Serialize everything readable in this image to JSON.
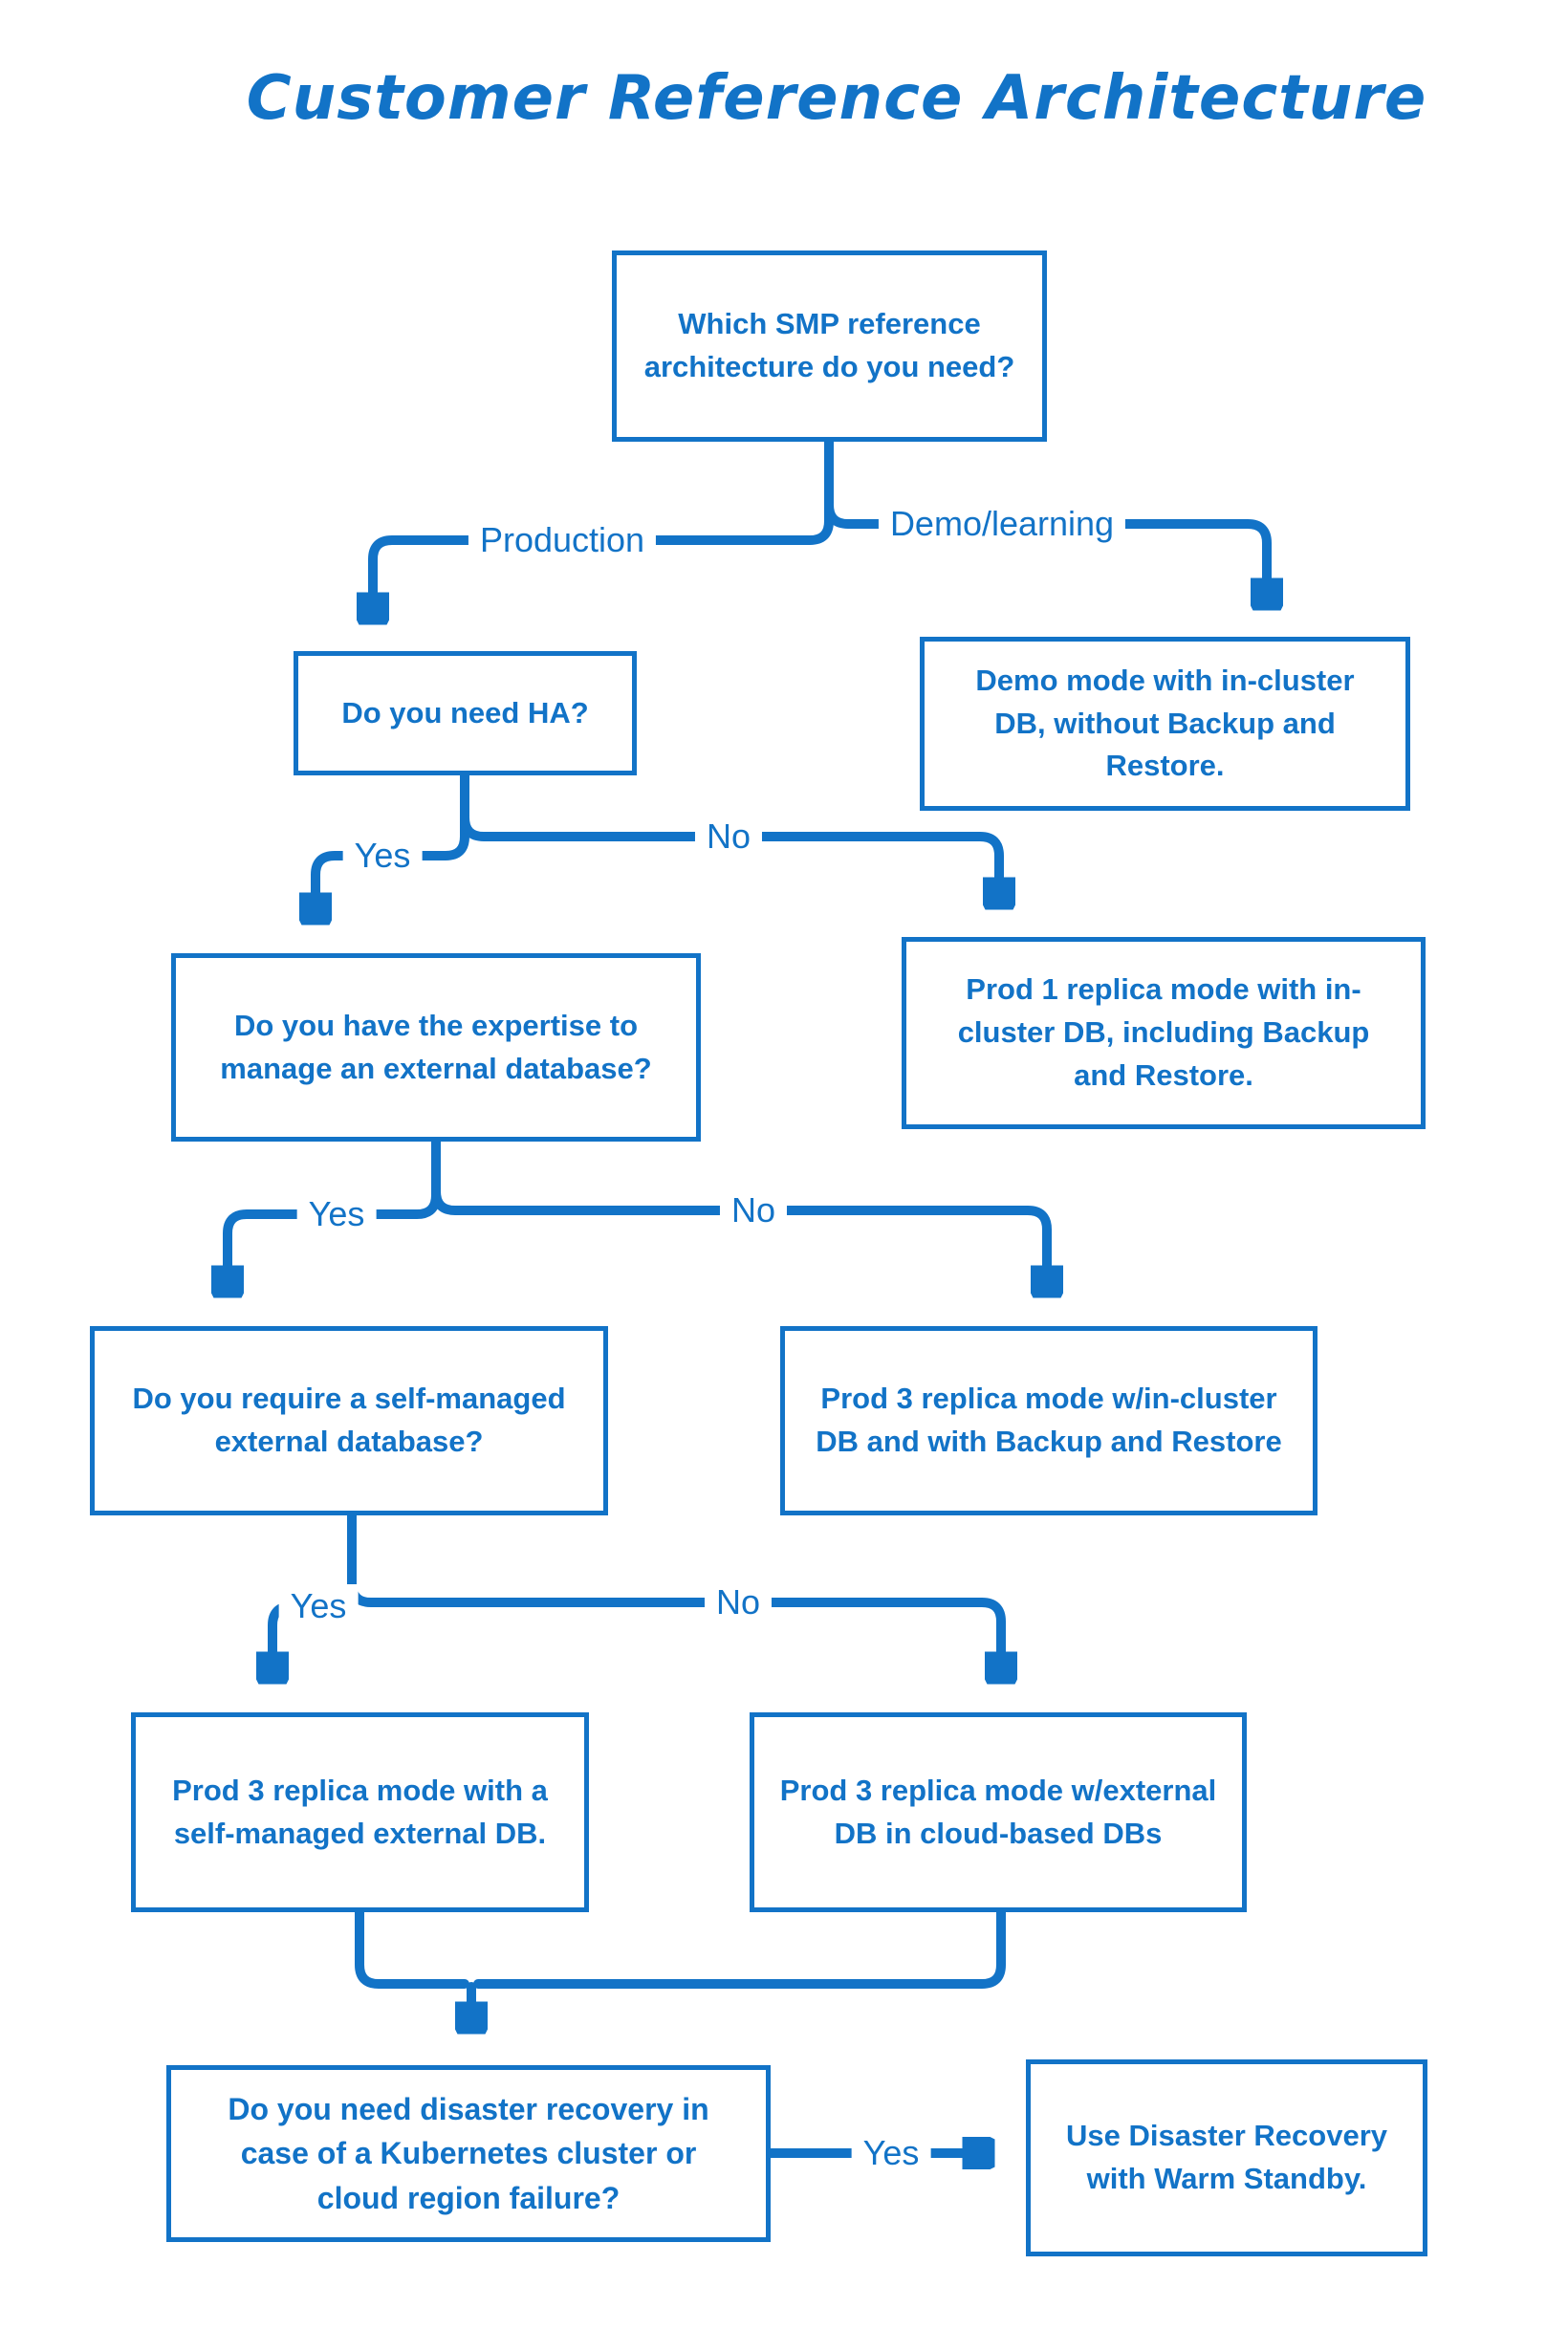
{
  "page": {
    "title": "Customer Reference Architecture"
  },
  "colors": {
    "accent": "#1273c7",
    "background": "#ffffff"
  },
  "flowchart": {
    "nodes": [
      {
        "id": "q-which",
        "text": "Which SMP reference architecture do you need?"
      },
      {
        "id": "demo-result",
        "text": "Demo mode with in-cluster DB, without Backup and Restore."
      },
      {
        "id": "q-ha",
        "text": "Do you need HA?"
      },
      {
        "id": "prod1-result",
        "text": "Prod 1 replica mode with in-cluster DB, including Backup and Restore."
      },
      {
        "id": "q-expertise",
        "text": "Do you have the expertise to manage an external database?"
      },
      {
        "id": "q-selfmanaged",
        "text": "Do you require a self-managed external database?"
      },
      {
        "id": "prod3-incluster-result",
        "text": "Prod 3 replica mode w/in-cluster DB and with Backup and Restore"
      },
      {
        "id": "prod3-selfmanaged-result",
        "text": "Prod 3 replica mode with a self-managed external DB."
      },
      {
        "id": "prod3-cloud-result",
        "text": "Prod 3 replica mode w/external DB in cloud-based DBs"
      },
      {
        "id": "q-dr",
        "text": "Do you need disaster recovery in case of a Kubernetes cluster or cloud region failure?"
      },
      {
        "id": "dr-result",
        "text": "Use Disaster Recovery with Warm Standby."
      }
    ],
    "labels": {
      "production": "Production",
      "demo_learning": "Demo/learning",
      "ha_yes": "Yes",
      "ha_no": "No",
      "expertise_yes": "Yes",
      "expertise_no": "No",
      "selfmanaged_yes": "Yes",
      "selfmanaged_no": "No",
      "dr_yes": "Yes"
    }
  }
}
